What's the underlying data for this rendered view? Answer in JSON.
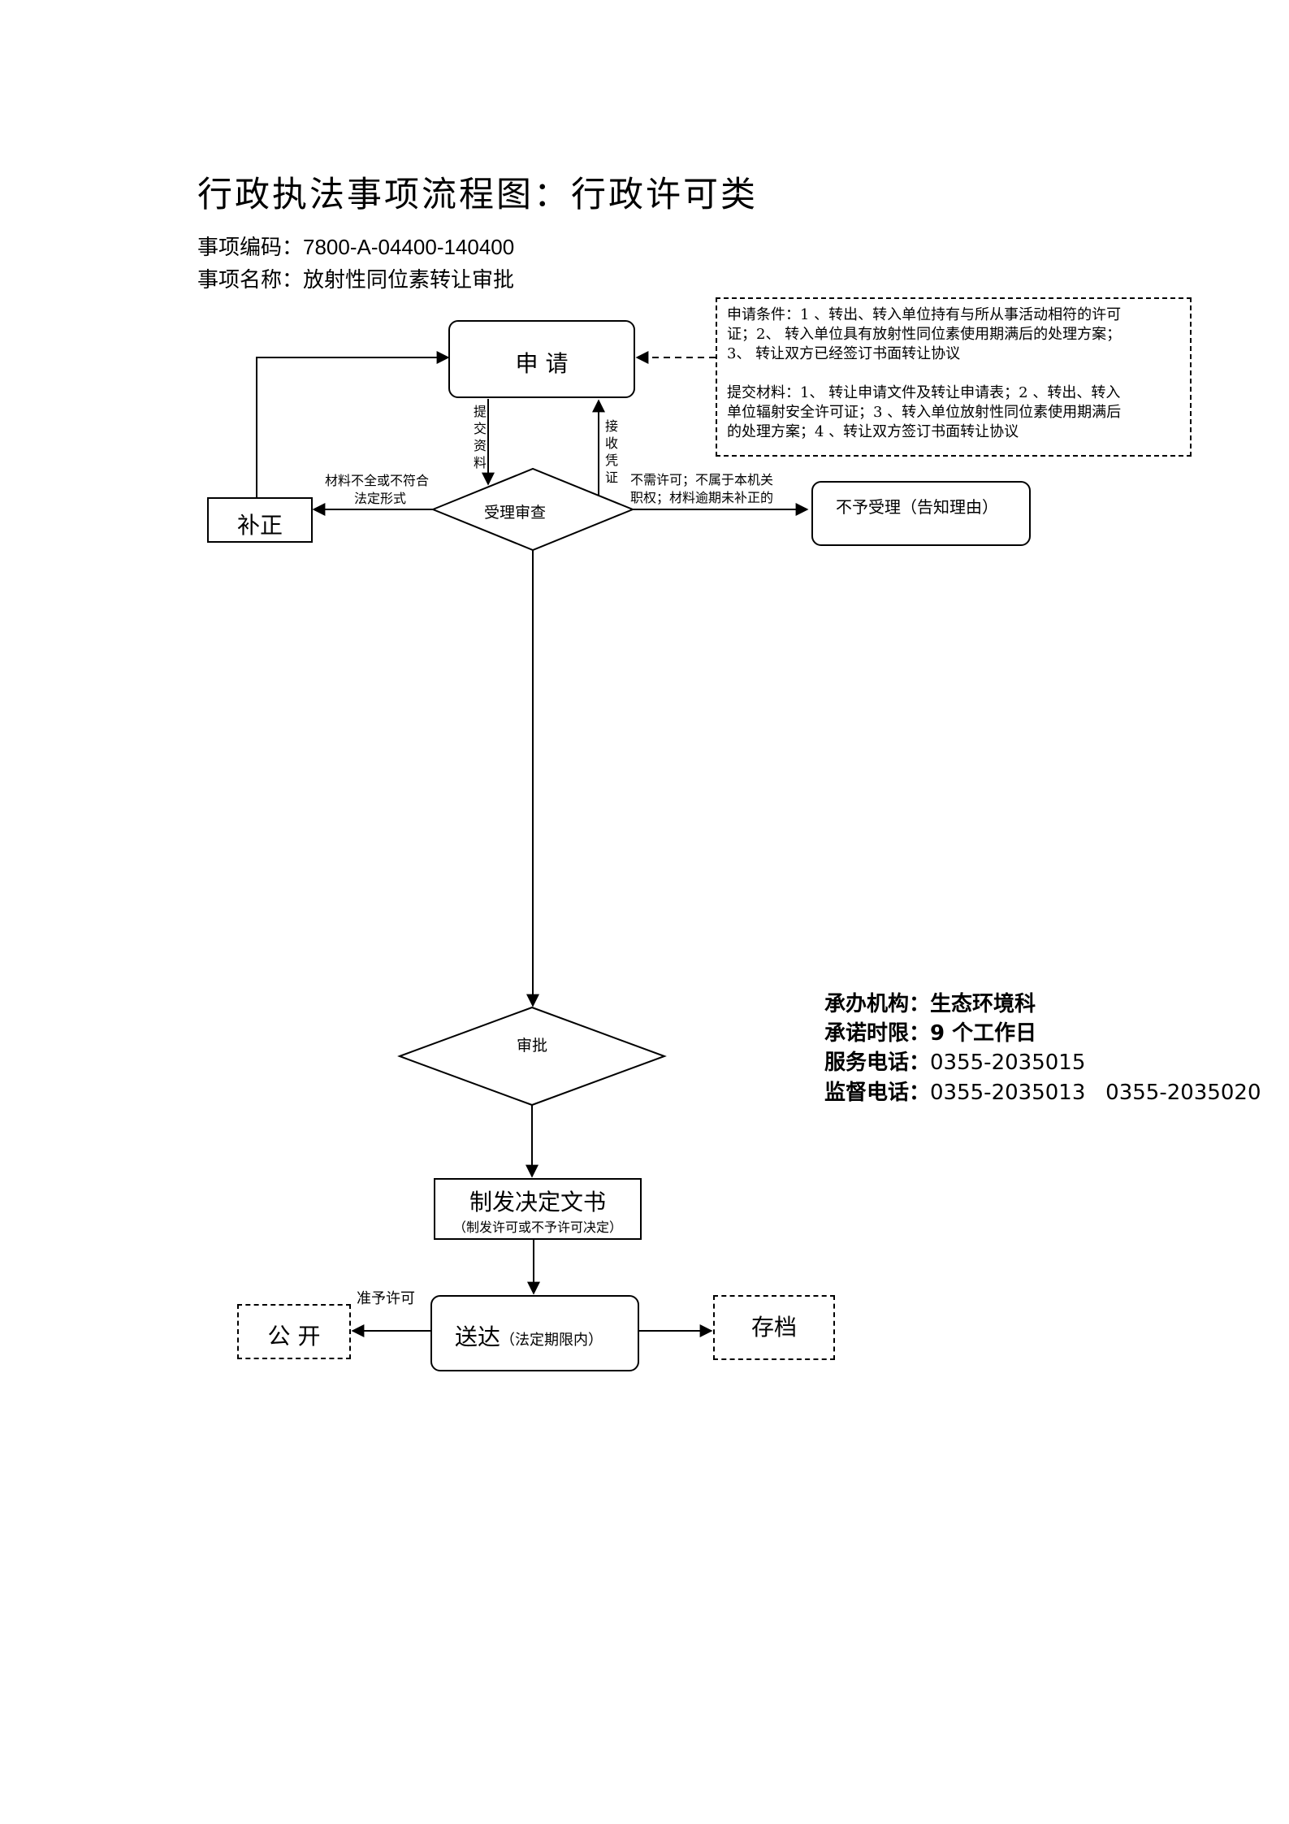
{
  "title": "行政执法事项流程图：行政许可类",
  "meta": {
    "code_label": "事项编码：",
    "code_value": "7800-A-04400-140400",
    "name_label": "事项名称：",
    "name_value": "放射性同位素转让审批"
  },
  "nodes": {
    "apply": "申 请",
    "review": "受理审查",
    "correct": "补正",
    "reject": "不予受理（告知理由）",
    "approve": "审批",
    "decision_main": "制发决定文书",
    "decision_sub": "（制发许可或不予许可决定）",
    "deliver_main": "送达",
    "deliver_sub": "（法定期限内）",
    "public": "公 开",
    "archive": "存档"
  },
  "edges": {
    "submit": "提交资料",
    "receipt": "接收凭证",
    "incomplete_line1": "材料不全或不符合",
    "incomplete_line2": "法定形式",
    "no_permit_line1": "不需许可；不属于本机关",
    "no_permit_line2": "职权；材料逾期未补正的",
    "granted": "准予许可"
  },
  "note": {
    "conditions_line1": "申请条件：1 、转出、转入单位持有与所从事活动相符的许可",
    "conditions_line2": "证；2、  转入单位具有放射性同位素使用期满后的处理方案；",
    "conditions_line3": "3、  转让双方已经签订书面转让协议",
    "materials_line1": "提交材料：1、  转让申请文件及转让申请表；2 、转出、转入",
    "materials_line2": "单位辐射安全许可证；3 、转入单位放射性同位素使用期满后",
    "materials_line3": "的处理方案；4 、转让双方签订书面转让协议"
  },
  "info": {
    "agency_label": "承办机构：",
    "agency_value": "生态环境科",
    "deadline_label": "承诺时限：",
    "deadline_value": "9 个工作日",
    "service_label": "服务电话：",
    "service_value": "0355-2035015",
    "supervise_label": "监督电话：",
    "supervise_value": "0355-2035013   0355-2035020"
  }
}
